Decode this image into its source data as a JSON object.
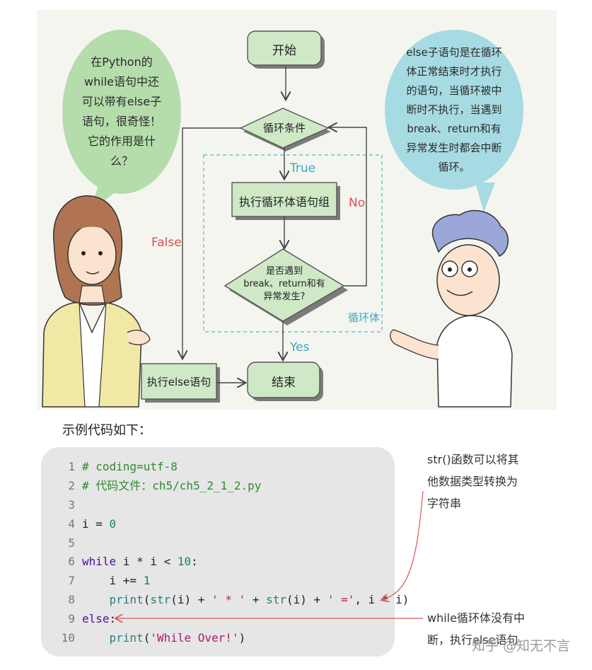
{
  "bubbles": {
    "left": "在Python的while语句中还可以带有else子语句，很奇怪！它的作用是什么？",
    "right": "else子语句是在循环体正常结束时才执行的语句，当循环被中断时不执行，当遇到break、return和有异常发生时都会中断循环。"
  },
  "flowchart": {
    "start": "开始",
    "condition": "循环条件",
    "body": "执行循环体语句组",
    "break_check_l1": "是否遇到",
    "break_check_l2": "break、return和有",
    "break_check_l3": "异常发生?",
    "else_stmt": "执行else语句",
    "end": "结束",
    "label_true": "True",
    "label_false": "False",
    "label_no": "No",
    "label_yes": "Yes",
    "loop_body": "循环体"
  },
  "colors": {
    "node_fill": "#cfe8c6",
    "node_border": "#555555",
    "dashed_box": "#68c4c8",
    "false_label": "#d94f4f",
    "true_label": "#37a8c2",
    "annotation_arrow": "#d95555"
  },
  "code": {
    "title": "示例代码如下：",
    "line_numbers": [
      "1",
      "2",
      "3",
      "4",
      "5",
      "6",
      "7",
      "8",
      "9",
      "10"
    ]
  },
  "notes": {
    "str_note": [
      "str()函数可以将其",
      "他数据类型转换为",
      "字符串"
    ],
    "while_note": [
      "while循环体没有中",
      "断，执行else语句"
    ]
  },
  "watermark": "知乎 @知无不言"
}
